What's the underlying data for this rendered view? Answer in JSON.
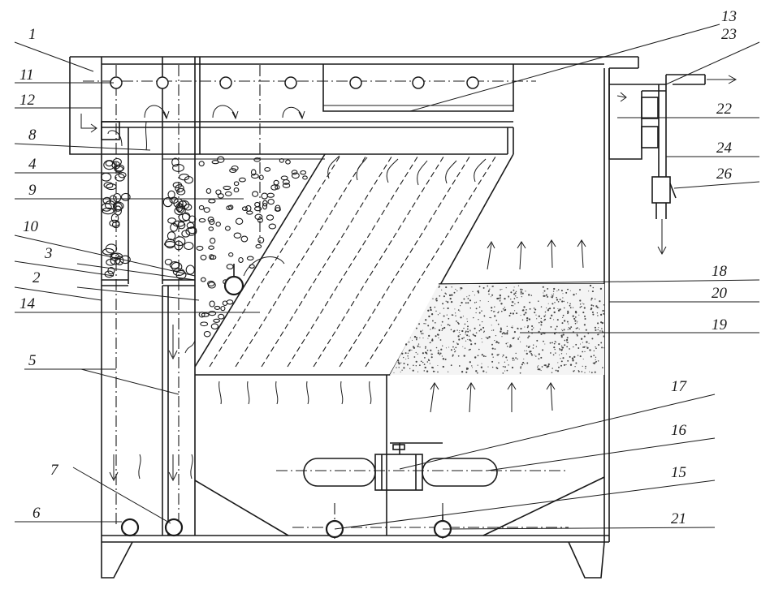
{
  "figure": {
    "labels": [
      "1",
      "11",
      "12",
      "8",
      "4",
      "9",
      "10",
      "3",
      "2",
      "14",
      "5",
      "7",
      "6",
      "13",
      "23",
      "22",
      "24",
      "26",
      "18",
      "20",
      "19",
      "17",
      "16",
      "15",
      "21"
    ],
    "components": {
      "tank": "tank-body",
      "top_holes": "overflow-hole",
      "gravel": "gravel-filter-layer",
      "sand": "sand-filter-layer",
      "inclined_plates": "inclined-tube-settler",
      "pump": "pump",
      "outlet_pipe": "outlet-pipe",
      "valves": "drain-valve"
    },
    "icons": {
      "arrow": "flow-arrow-icon",
      "valve": "valve-icon"
    }
  }
}
